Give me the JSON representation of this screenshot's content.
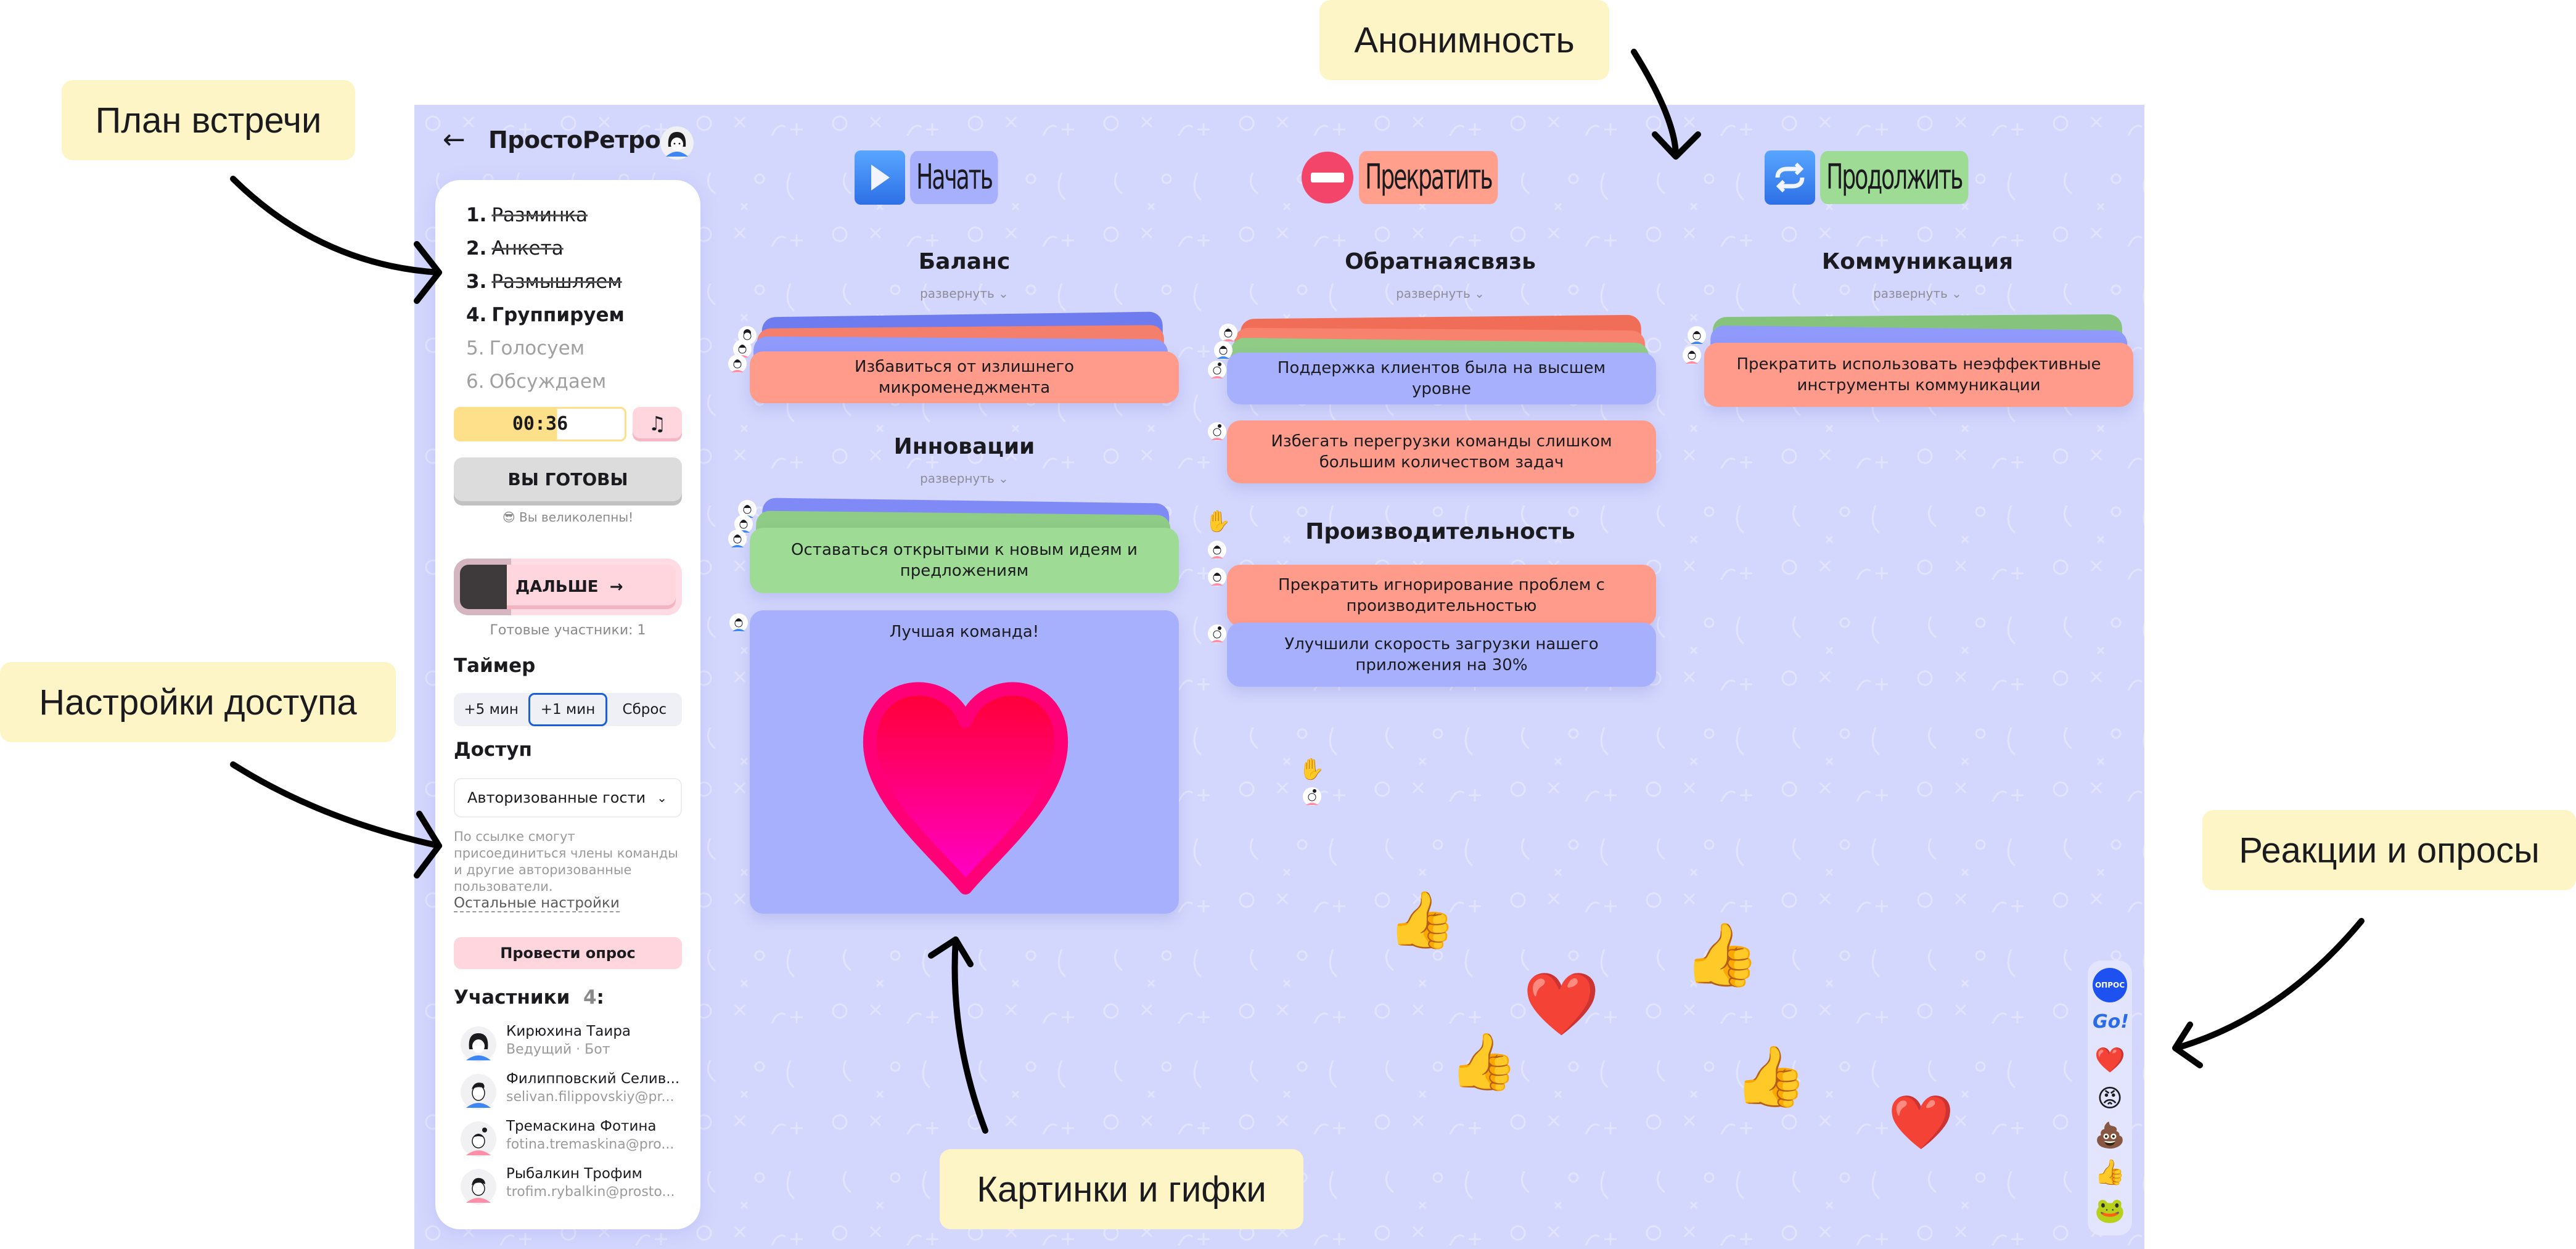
{
  "app": {
    "title": "ПростоРетро",
    "back_icon": "arrow-left-icon"
  },
  "annotations": [
    {
      "id": "plan",
      "label": "План встречи"
    },
    {
      "id": "access",
      "label": "Настройки доступа"
    },
    {
      "id": "anon",
      "label": "Анонимность"
    },
    {
      "id": "reactions",
      "label": "Реакции и опросы"
    },
    {
      "id": "images",
      "label": "Картинки и гифки"
    }
  ],
  "sidebar": {
    "steps": [
      {
        "num": "1.",
        "label": "Разминка",
        "state": "done"
      },
      {
        "num": "2.",
        "label": "Анкета",
        "state": "done"
      },
      {
        "num": "3.",
        "label": "Размышляем",
        "state": "done"
      },
      {
        "num": "4.",
        "label": "Группируем",
        "state": "current"
      },
      {
        "num": "5.",
        "label": "Голосуем",
        "state": "todo"
      },
      {
        "num": "6.",
        "label": "Обсуждаем",
        "state": "todo"
      }
    ],
    "timer": {
      "value": "00:36",
      "progress": 0.6
    },
    "music_icon": "music-note-icon",
    "ready_button": "ВЫ ГОТОВЫ",
    "ready_note": "😎 Вы великолепны!",
    "next_button": "ДАЛЬШЕ",
    "next_arrow": "→",
    "next_progress": 0.25,
    "ready_count": "Готовые участники: 1",
    "timer_section": {
      "title": "Таймер",
      "buttons": [
        "+5 мин",
        "+1 мин",
        "Сброс"
      ],
      "active_index": 1
    },
    "access_section": {
      "title": "Доступ",
      "selected": "Авторизованные гости",
      "note": "По ссылке смогут присоединиться члены команды и другие авторизованные пользователи.",
      "more_link": "Остальные настройки"
    },
    "poll_button": "Провести опрос",
    "participants": {
      "title": "Участники",
      "count": "4",
      "colon": ":",
      "list": [
        {
          "name": "Кирюхина Таира",
          "sub": "Ведущий · Бот",
          "avatar": "girl-avatar"
        },
        {
          "name": "Филипповский Селив...",
          "sub": "selivan.filippovskiy@pr...",
          "avatar": "boy-avatar"
        },
        {
          "name": "Тремаскина Фотина",
          "sub": "fotina.tremaskina@pro...",
          "avatar": "girl-bun-avatar"
        },
        {
          "name": "Рыбалкин Трофим",
          "sub": "trofim.rybalkin@prosto...",
          "avatar": "boy-avatar-2"
        }
      ]
    }
  },
  "columns": [
    {
      "label": "Начать",
      "icon": "play-icon",
      "label_color": "#a7b0fd",
      "icon_color": "#3f86f5",
      "groups": [
        {
          "title": "Баланс",
          "expand": "развернуть",
          "card": "Избавиться от излишнего микроменеджмента",
          "card_color": "#ff9b8a"
        },
        {
          "title": "Инновации",
          "expand": "развернуть",
          "card": "Оставаться открытыми к новым идеям и предложениям",
          "card_color": "#9edb94"
        }
      ],
      "image_card": {
        "caption": "Лучшая команда!",
        "image": "heart-image"
      }
    },
    {
      "label": "Прекратить",
      "icon": "no-entry-icon",
      "label_color": "#ff9f8c",
      "icon_color": "#f04a6a",
      "groups": [
        {
          "title": "Обратнаясвязь",
          "expand": "развернуть",
          "card": "Поддержка клиентов была на высшем уровне",
          "card_color": "#a7b0fd"
        },
        {
          "title": "Производительность",
          "expand": "",
          "card": "Прекратить игнорирование проблем с производительностью",
          "card_color": "#ff9b8a"
        }
      ],
      "single_cards": [
        {
          "text": "Избегать перегрузки команды слишком большим количеством задач",
          "color": "#ff9b8a"
        },
        {
          "text": "Улучшили скорость загрузки нашего приложения на 30%",
          "color": "#a7b0fd"
        }
      ]
    },
    {
      "label": "Продолжить",
      "icon": "repeat-icon",
      "label_color": "#9edb94",
      "icon_color": "#3f86f5",
      "groups": [
        {
          "title": "Коммуникация",
          "expand": "развернуть",
          "card": "Прекратить использовать неэффективные инструменты коммуникации",
          "card_color": "#ff9b8a"
        }
      ]
    }
  ],
  "reaction_bar": {
    "items": [
      {
        "name": "poll",
        "label": "ОПРОС"
      },
      {
        "name": "go",
        "label": "Go!"
      },
      {
        "name": "heart",
        "label": "❤️"
      },
      {
        "name": "angry",
        "label": "😡"
      },
      {
        "name": "poop",
        "label": "💩"
      },
      {
        "name": "thumbs-up",
        "label": "👍"
      },
      {
        "name": "frog",
        "label": "🐸"
      }
    ]
  },
  "floating_reactions": [
    "👍",
    "❤️",
    "👍",
    "👍",
    "👍",
    "❤️"
  ],
  "cursors": [
    "hand-cursor",
    "hand-cursor"
  ]
}
